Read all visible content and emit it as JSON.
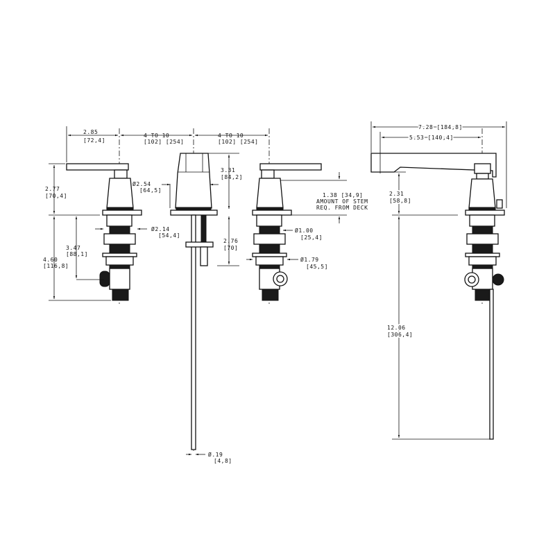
{
  "dimensions": {
    "handle_reach": {
      "in": "2.85",
      "mm": "[72,4]"
    },
    "spread_left": {
      "in": "4  TO  10",
      "mm": "[102]  [254]"
    },
    "spread_right": {
      "in": "4  TO  10",
      "mm": "[102]  [254]"
    },
    "handle_height": {
      "in": "2.77",
      "mm": "[70,4]"
    },
    "handle_base_dia": {
      "in": "Ø2.54",
      "mm": "[64,5]"
    },
    "shank_dia": {
      "in": "Ø2.14",
      "mm": "[54,4]"
    },
    "inlet_depth": {
      "in": "3.47",
      "mm": "[88,1]"
    },
    "total_below_deck": {
      "in": "4.60",
      "mm": "[116,8]"
    },
    "drain_knob_height": {
      "in": "3.31",
      "mm": "[84,2]"
    },
    "drain_below_deck": {
      "in": "2.76",
      "mm": "[70]"
    },
    "rod_dia": {
      "in": "Ø.19",
      "mm": "[4,8]"
    },
    "stem_required": {
      "line1": "1.38 [34,9]",
      "line2": "AMOUNT OF STEM",
      "line3": "REQ. FROM DECK"
    },
    "thread_dia": {
      "in": "Ø1.00",
      "mm": "[25,4]"
    },
    "nut_dia": {
      "in": "Ø1.79",
      "mm": "[45,5]"
    },
    "spout_overall": {
      "label": "7.28 [184,8]"
    },
    "spout_reach": {
      "label": "5.53 [140,4]"
    },
    "spout_clearance": {
      "in": "2.31",
      "mm": "[58,8]"
    },
    "spout_rod": {
      "in": "12.06",
      "mm": "[306,4]"
    }
  }
}
